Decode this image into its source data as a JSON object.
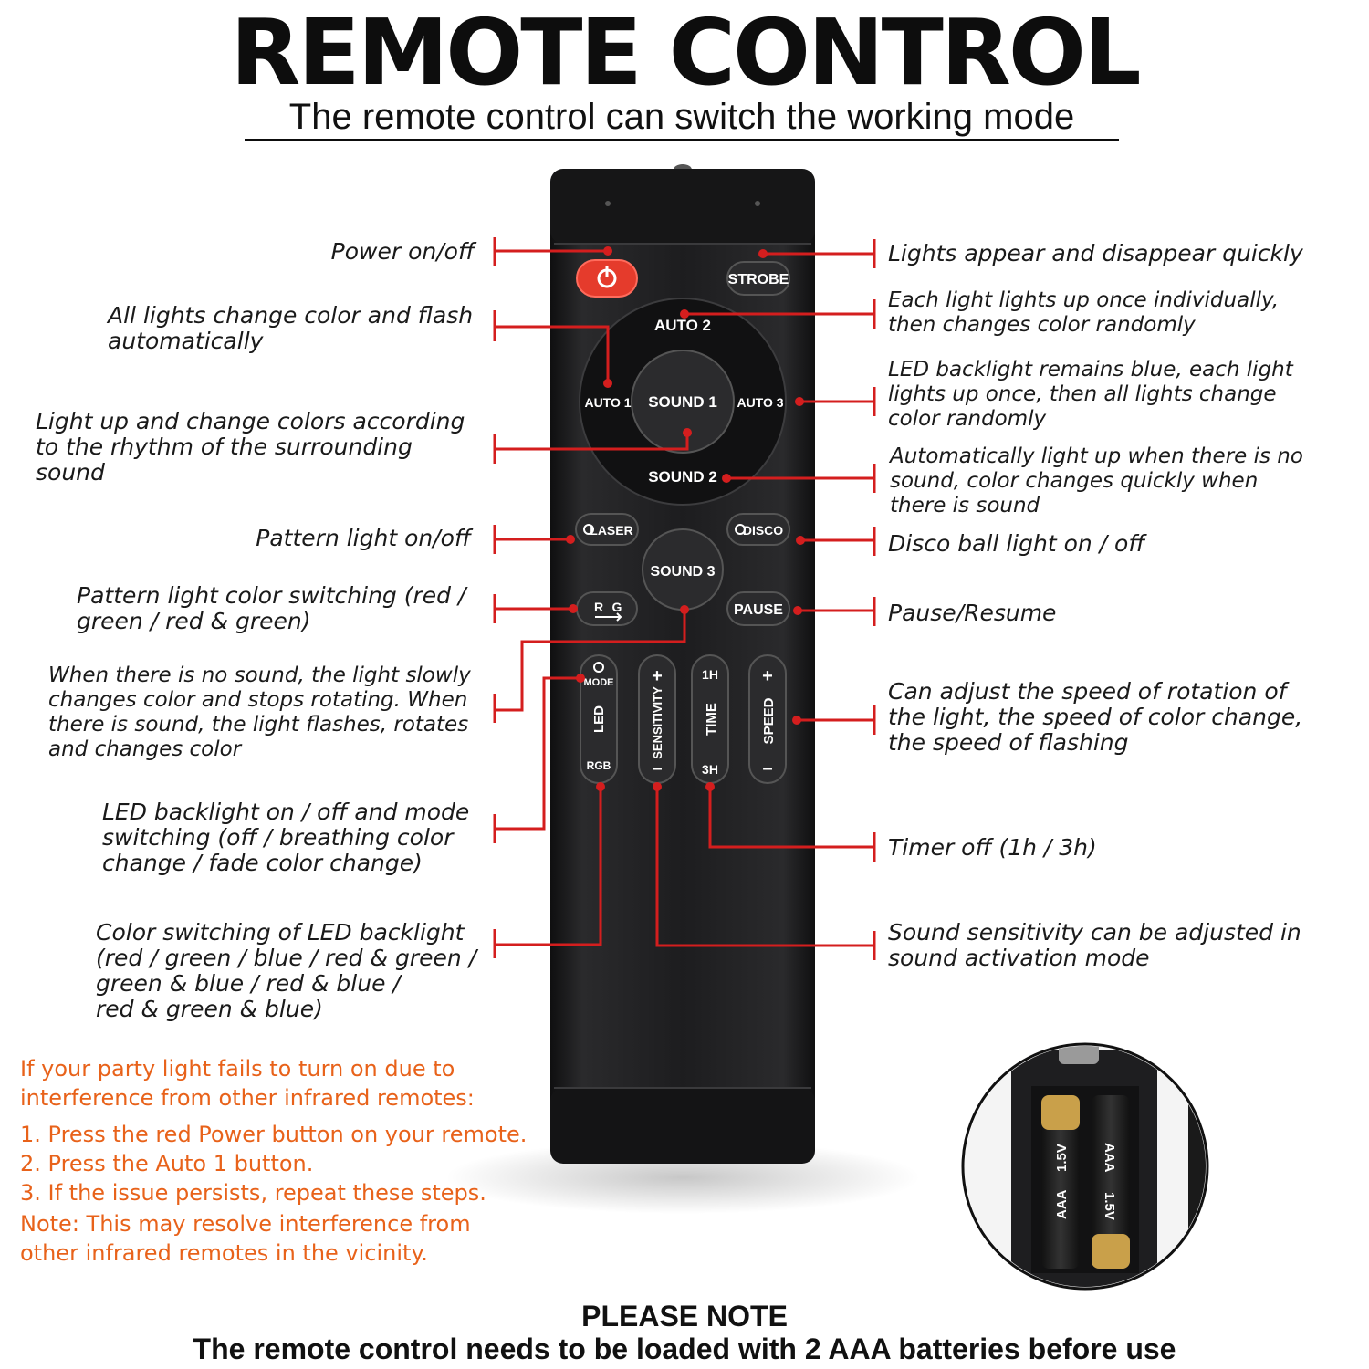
{
  "header": {
    "title": "REMOTE CONTROL",
    "subtitle": "The remote control can switch the working mode"
  },
  "remote": {
    "buttons": {
      "strobe": "STROBE",
      "auto1": "AUTO 1",
      "auto2": "AUTO 2",
      "auto3": "AUTO 3",
      "sound1": "SOUND 1",
      "sound2": "SOUND 2",
      "sound3": "SOUND 3",
      "laser": "LASER",
      "disco": "DISCO",
      "rg_r": "R",
      "rg_g": "G",
      "pause": "PAUSE",
      "mode": "MODE",
      "led": "LED",
      "rgb": "RGB",
      "sensitivity": "SENSITIVITY",
      "plus": "+",
      "minus": "–",
      "time": "TIME",
      "time_1h": "1H",
      "time_3h": "3H",
      "speed": "SPEED"
    },
    "colors": {
      "body": "#1c1c1e",
      "power": "#e53b2c",
      "leader": "#d41e1e"
    }
  },
  "labels": {
    "power": [
      "Power on/off"
    ],
    "auto1": [
      "All lights change color and flash",
      "automatically"
    ],
    "sound1": [
      "Light up and change colors according",
      "to the rhythm of the surrounding",
      "sound"
    ],
    "laser": [
      "Pattern light on/off"
    ],
    "rg": [
      "Pattern light color switching (red /",
      "green / red & green)"
    ],
    "sound3": [
      "When there is no sound, the light slowly",
      "changes color and stops rotating. When",
      "there is sound, the light flashes, rotates",
      "and changes color"
    ],
    "mode": [
      "LED backlight on / off and mode",
      "switching (off / breathing color",
      "change / fade color change)"
    ],
    "rgb": [
      "Color switching of LED backlight",
      "(red / green / blue / red & green /",
      "green & blue / red & blue /",
      "red & green & blue)"
    ],
    "strobe": [
      "Lights appear and disappear quickly"
    ],
    "auto2": [
      "Each light lights up once individually,",
      "then changes color randomly"
    ],
    "auto3": [
      "LED backlight remains blue, each light",
      "lights up once, then all lights change",
      "color randomly"
    ],
    "sound2": [
      "Automatically light up when there is no",
      "sound, color changes quickly when",
      "there is sound"
    ],
    "disco": [
      "Disco ball light on / off"
    ],
    "pause": [
      "Pause/Resume"
    ],
    "speed": [
      "Can adjust the speed of rotation of",
      "the light, the speed of color change,",
      "the speed of flashing"
    ],
    "time": [
      "Timer off (1h / 3h)"
    ],
    "sensitivity": [
      "Sound sensitivity can be adjusted in",
      "sound activation mode"
    ]
  },
  "troubleshoot": [
    "If your party light fails to turn on due to",
    "interference from other infrared remotes:",
    "1. Press the red Power button on your remote.",
    "2. Press the Auto 1 button.",
    "3. If the issue persists, repeat these steps.",
    "Note: This may resolve interference from",
    "other infrared remotes in the vicinity."
  ],
  "battery": {
    "type": "AAA",
    "voltage": "1.5V"
  },
  "footer": {
    "heading": "PLEASE NOTE",
    "text": "The remote control needs to be loaded with 2 AAA batteries before use"
  }
}
